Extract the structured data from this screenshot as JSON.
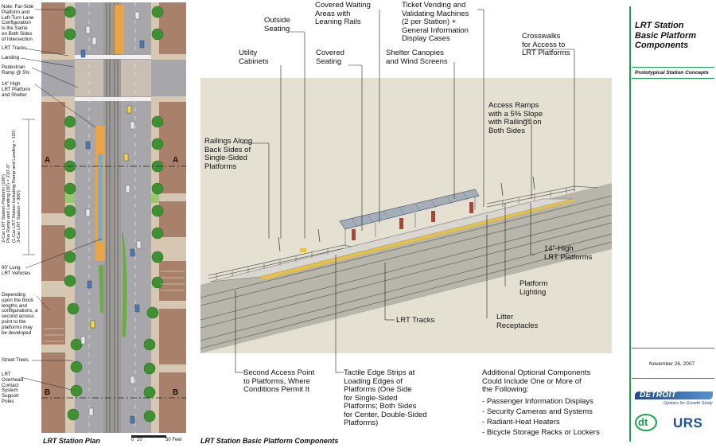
{
  "plan": {
    "title": "LRT Station Plan",
    "scale_start": "0",
    "scale_mid": "10",
    "scale_end": "50 Feet",
    "section_a": "A",
    "section_b": "B",
    "notes": {
      "note": "Note: Far-Side\nPlatform and\nLeft-Turn Lane\nConfiguration\nis the Same\non Both Sides\nof Intersection",
      "lrt_tracks": "LRT Tracks",
      "landing": "Landing",
      "ramp": "Pedestrian\nRamp @ 5%",
      "platform_shelter": "14\" High\nLRT Platform\nand Shelter",
      "dimension": "2-Car LRT Station Platform (180')\nPlus Ramp and Landing (30') = 210'-0\"\n(1-Car LRT Station Including Ramp and Landing = 120';\n3-Car LRT Station = 300')",
      "vehicles": "90' Long\nLRT Vehicles",
      "depending": "Depending\nupon the block\nlengths and\nconfigurations, a\nsecond access\npoint to the\nplatforms may\nbe developed",
      "street_trees": "Street Trees",
      "overhead": "LRT\nOverhead\nContact\nSystem\nSupport\nPoles"
    }
  },
  "components": {
    "title": "LRT Station Basic Platform Components",
    "labels": {
      "covered_waiting": "Covered Waiting\nAreas with\nLeaning Rails",
      "ticket": "Ticket Vending and\nValidating Machines\n(2 per Station) +\nGeneral Information\nDisplay Cases",
      "outside_seating": "Outside\nSeating",
      "utility": "Utility\nCabinets",
      "covered_seating": "Covered\nSeating",
      "shelter": "Shelter Canopies\nand Wind Screens",
      "crosswalks": "Crosswalks\nfor Access to\nLRT Platforms",
      "access_ramps": "Access Ramps\nwith a 5% Slope\nwith Railings on\nBoth Sides",
      "railings": "Railings Along\nBack Sides of\nSingle-Sided\nPlatforms",
      "high_platforms": "14\"-High\nLRT Platforms",
      "lighting": "Platform\nLighting",
      "litter": "Litter\nReceptacles",
      "lrt_tracks": "LRT Tracks",
      "second_access": "Second Access Point\nto Platforms, Where\nConditions Permit It",
      "tactile": "Tactile Edge Strips at\nLoading Edges of\nPlatforms (One Side\nfor Single-Sided\nPlatforms; Both Sides\nfor Center, Double-Sided\nPlatforms)"
    },
    "optional": {
      "heading": "Additional Optional Components\nCould Include One or More of\nthe Following:",
      "items": [
        "Passenger Information Displays",
        "Security Cameras and Systems",
        "Radiant-Heat Heaters",
        "Bicycle Storage Racks or Lockers"
      ]
    }
  },
  "sidebar": {
    "title": "LRT Station\nBasic Platform\nComponents",
    "subtitle": "Prototypical Station Concepts",
    "date": "November 26, 2007",
    "logo_dt": "DETROIT TRANSIT",
    "logo_tagline": "Options for Growth Study",
    "logo_dt_short": "dt",
    "logo_urs": "URS"
  },
  "colors": {
    "accent_green": "#19a24a",
    "platform_orange": "#e9a44a",
    "building_brown": "#a9806a",
    "road_gray": "#9a9aa0"
  }
}
